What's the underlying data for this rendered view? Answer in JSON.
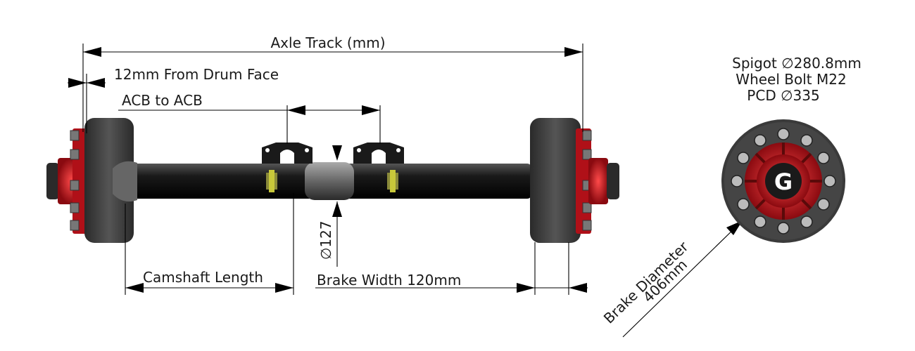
{
  "labels": {
    "axle_track": "Axle Track (mm)",
    "drum_face": "12mm From Drum Face",
    "acb": "ACB to ACB",
    "camshaft": "Camshaft Length",
    "brake_width": "Brake Width 120mm",
    "tube_dia": "∅127",
    "brake_diameter_1": "Brake Diameter",
    "brake_diameter_2": "406mm"
  },
  "specs": {
    "spigot": "Spigot ∅280.8mm",
    "wheel_bolt": "Wheel Bolt M22",
    "pcd": "PCD ∅335"
  },
  "logo_letter": "G",
  "colors": {
    "hub_red": "#c8141c",
    "drum_dark": "#3a3a3a",
    "tube_black": "#111111"
  }
}
